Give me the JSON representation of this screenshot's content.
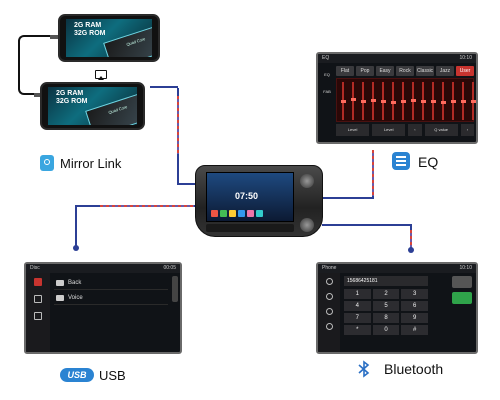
{
  "phones": [
    {
      "ram": "2G RAM",
      "rom": "32G ROM",
      "core": "Quad Core"
    },
    {
      "ram": "2G RAM",
      "rom": "32G ROM",
      "core": "Quad Core"
    }
  ],
  "mirror_link": {
    "label": "Mirror Link"
  },
  "eq": {
    "label": "EQ",
    "title": "EQ",
    "time": "10:10",
    "side": [
      "EQ",
      "FAB"
    ],
    "tabs": [
      "Flat",
      "Pop",
      "Easy",
      "Rock",
      "Classic",
      "Jazz",
      "User"
    ],
    "bottom": [
      "Level",
      "Level",
      "Q value"
    ]
  },
  "head_unit": {
    "time": "07:50"
  },
  "usb": {
    "label": "USB",
    "logo": "USB",
    "title": "Disc",
    "time": "00:05",
    "rows": [
      "Back",
      "Voice"
    ]
  },
  "bluetooth": {
    "label": "Bluetooth",
    "title": "Phone",
    "time": "10:10",
    "number": "15686425181",
    "keys": [
      "1",
      "2",
      "3",
      "4",
      "5",
      "6",
      "7",
      "8",
      "9",
      "*",
      "0",
      "#"
    ]
  },
  "colors": {
    "line_blue": "#2c3f95",
    "line_red": "#d7443b",
    "accent": "#c8342f"
  }
}
